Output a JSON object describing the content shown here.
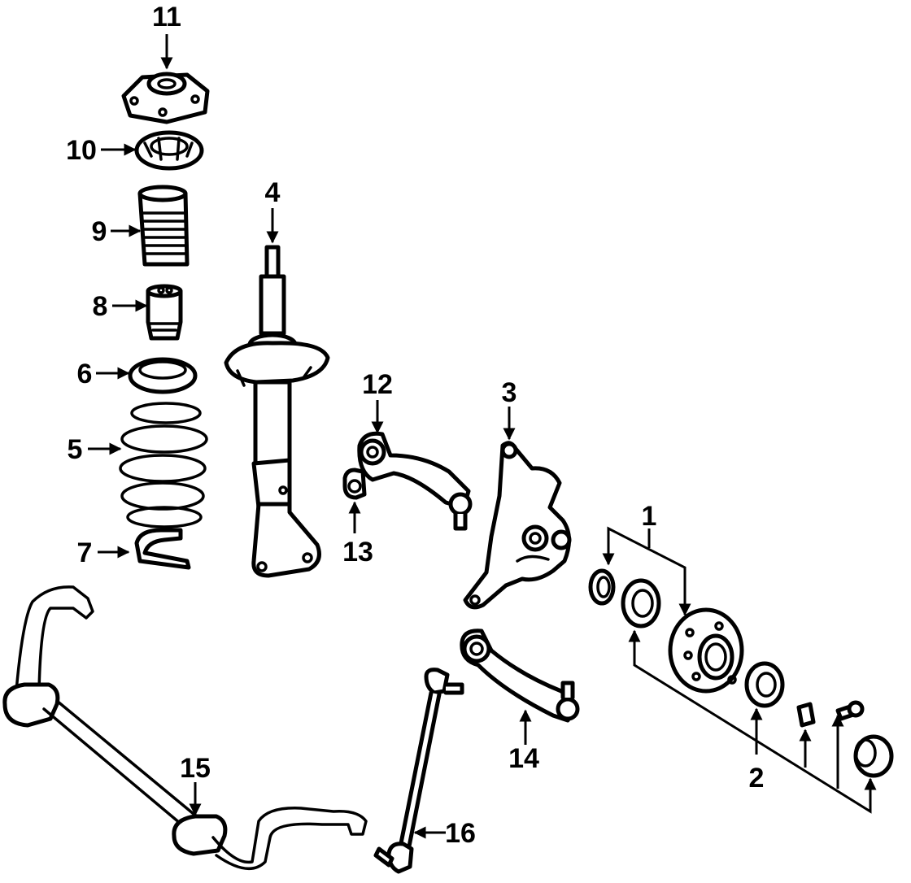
{
  "diagram": {
    "colors": {
      "line": "#000000",
      "background": "#ffffff"
    },
    "callouts": {
      "c1": "1",
      "c2": "2",
      "c3": "3",
      "c4": "4",
      "c5": "5",
      "c6": "6",
      "c7": "7",
      "c8": "8",
      "c9": "9",
      "c10": "10",
      "c11": "11",
      "c12": "12",
      "c13": "13",
      "c14": "14",
      "c15": "15",
      "c16": "16"
    }
  }
}
